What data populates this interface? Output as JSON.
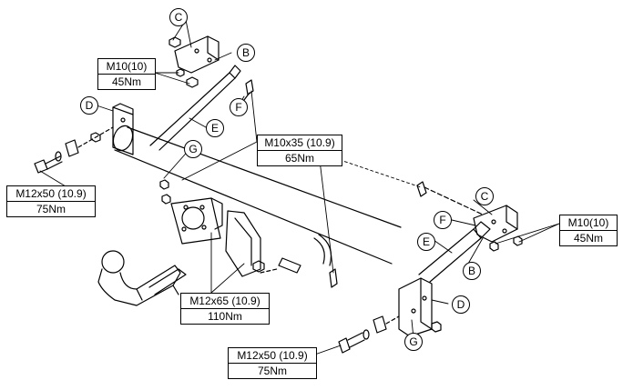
{
  "labels": {
    "c_top": "C",
    "b_top": "B",
    "d_left": "D",
    "e_left": "E",
    "f_left": "F",
    "g_left": "G",
    "c_right": "C",
    "f_right": "F",
    "e_right": "E",
    "b_right": "B",
    "d_right": "D",
    "g_right": "G"
  },
  "specs": {
    "m10_left": {
      "size": "M10(10)",
      "torque": "45Nm"
    },
    "m10x35": {
      "size": "M10x35 (10.9)",
      "torque": "65Nm"
    },
    "m12x50_left": {
      "size": "M12x50 (10.9)",
      "torque": "75Nm"
    },
    "m12x65": {
      "size": "M12x65 (10.9)",
      "torque": "110Nm"
    },
    "m12x50_bottom": {
      "size": "M12x50 (10.9)",
      "torque": "75Nm"
    },
    "m10_right": {
      "size": "M10(10)",
      "torque": "45Nm"
    }
  }
}
